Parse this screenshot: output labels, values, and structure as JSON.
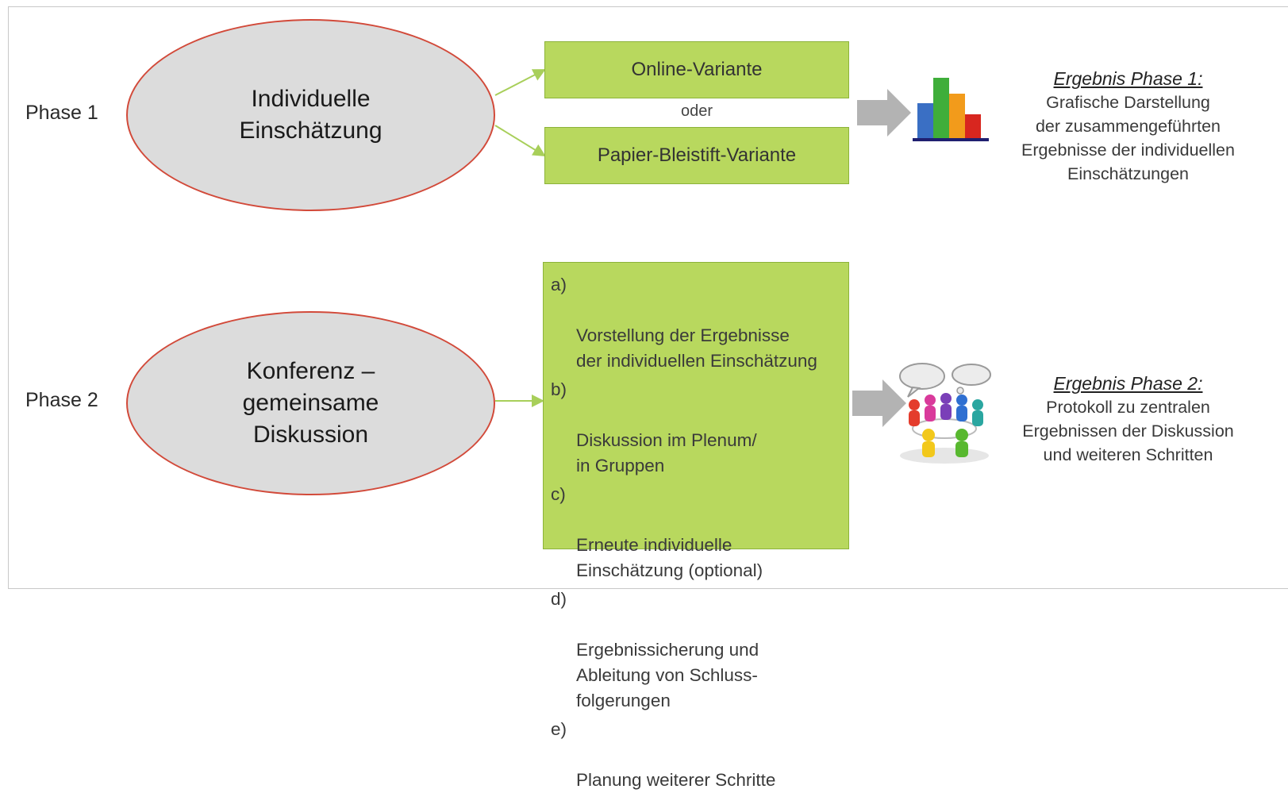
{
  "phase1": {
    "label": "Phase 1",
    "ellipse_text": "Individuelle\nEinschätzung",
    "options": {
      "online": "Online-Variante",
      "separator": "oder",
      "paper": "Papier-Bleistift-Variante"
    },
    "result_title": "Ergebnis Phase 1:",
    "result_text": "Grafische Darstellung\nder zusammengeführten\nErgebnisse der individuellen\nEinschätzungen"
  },
  "phase2": {
    "label": "Phase 2",
    "ellipse_text": "Konferenz –\ngemeinsame\nDiskussion",
    "steps": [
      {
        "letter": "a)",
        "text": "Vorstellung der Ergebnisse\nder individuellen Einschätzung"
      },
      {
        "letter": "b)",
        "text": "Diskussion im Plenum/\nin Gruppen"
      },
      {
        "letter": "c)",
        "text": "Erneute individuelle\nEinschätzung (optional)"
      },
      {
        "letter": "d)",
        "text": "Ergebnissicherung und\nAbleitung von Schluss-\nfolgerungen"
      },
      {
        "letter": "e)",
        "text": "Planung weiterer Schritte"
      }
    ],
    "result_title": "Ergebnis Phase 2:",
    "result_text": "Protokoll zu zentralen\nErgebnissen der Diskussion\nund weiteren Schritten"
  },
  "icons": {
    "phase1_result": "bar-chart-icon",
    "phase2_result": "conference-people-icon",
    "arrows": "block-arrow-right-icon"
  },
  "colors": {
    "box_fill": "#b8d85e",
    "box_border": "#8cb33a",
    "ellipse_fill": "#dcdcdc",
    "ellipse_border": "#d24a3a",
    "arrow_gray": "#b3b3b3",
    "connector_green": "#a8cf5a"
  }
}
